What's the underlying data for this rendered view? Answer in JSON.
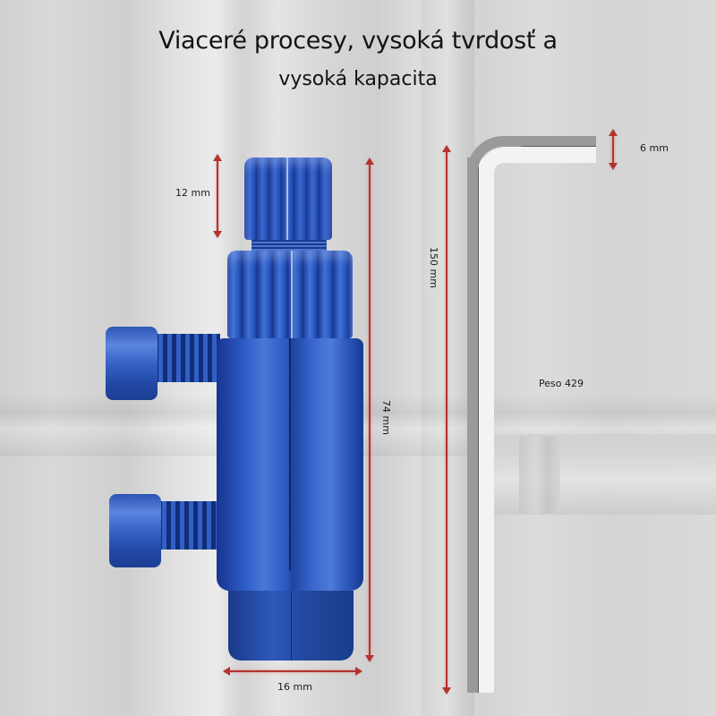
{
  "heading": {
    "line1": "Viaceré procesy, vysoká tvrdosť a",
    "line2": "vysoká kapacita"
  },
  "dimensions": {
    "knob_height": "12 mm",
    "body_height": "74 mm",
    "hex_key_length": "150 mm",
    "hex_key_size": "6 mm",
    "base_width": "16 mm",
    "weight": "Peso 429"
  },
  "colors": {
    "tool_blue": "#2a57bf",
    "arrow_red": "#b5322f",
    "text": "#141414",
    "background": "#d7d7d7"
  }
}
